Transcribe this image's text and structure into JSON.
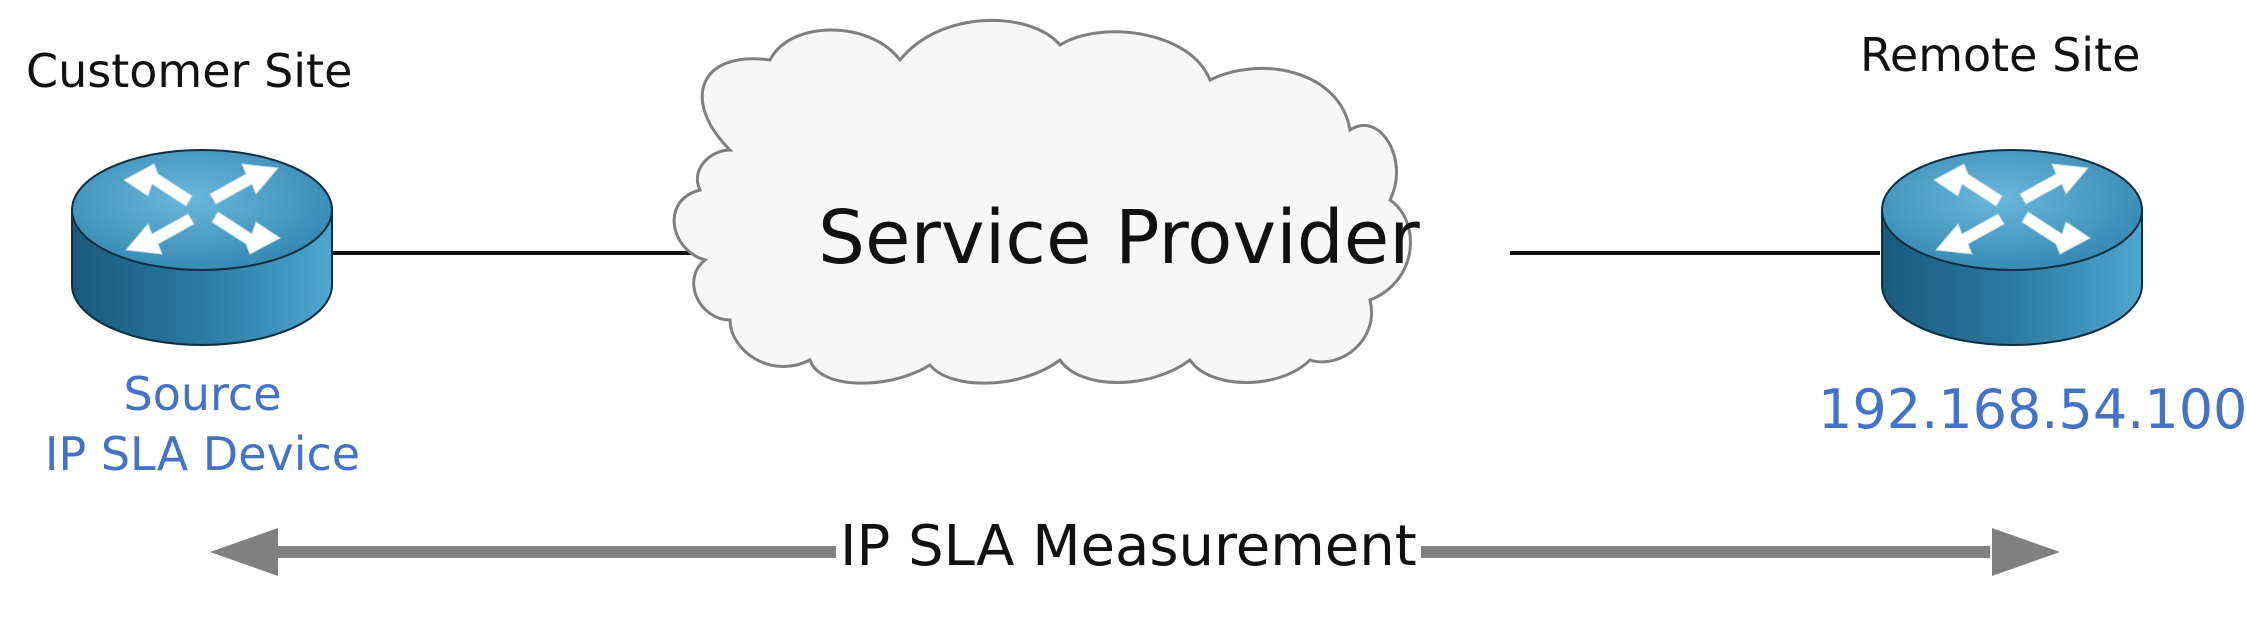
{
  "diagram": {
    "customer_site": {
      "title": "Customer Site",
      "role_line1": "Source",
      "role_line2": "IP SLA Device"
    },
    "remote_site": {
      "title": "Remote Site",
      "ip_address": "192.168.54.100"
    },
    "cloud": {
      "label": "Service Provider"
    },
    "measurement": {
      "label": "IP SLA Measurement"
    },
    "colors": {
      "router_top": "#3d8db8",
      "router_side": "#1f6387",
      "label_blue": "#4472c4",
      "arrow_gray": "#808080",
      "line": "#111111",
      "cloud_fill": "#f7f7f7",
      "cloud_stroke": "#7f7f7f"
    },
    "icons": [
      "router-icon",
      "router-icon",
      "cloud-shape",
      "double-arrow"
    ]
  }
}
